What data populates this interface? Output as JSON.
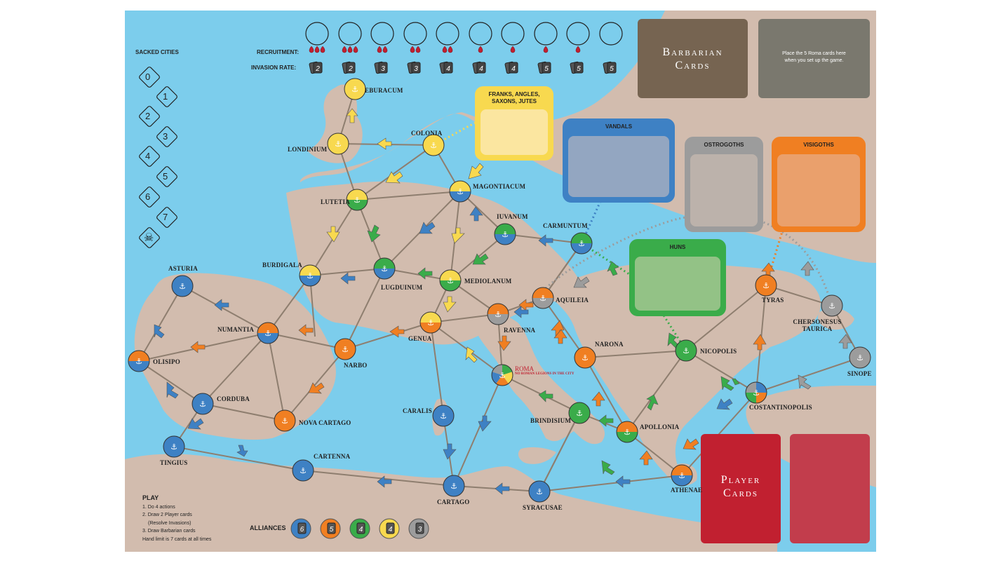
{
  "track": {
    "recruitment_label": "RECRUITMENT:",
    "invasion_label": "INVASION RATE:",
    "invasion_rates": [
      "2",
      "2",
      "3",
      "3",
      "4",
      "4",
      "4",
      "5",
      "5",
      "5"
    ],
    "recruitment_counts": [
      3,
      3,
      2,
      2,
      2,
      1,
      1,
      1,
      1
    ]
  },
  "sacked": {
    "title": "SACKED CITIES",
    "values": [
      "0",
      "1",
      "2",
      "3",
      "4",
      "5",
      "6",
      "7"
    ],
    "skull_icon": "skull-icon"
  },
  "decks": {
    "barbarian_title": "Barbarian Cards",
    "roma_slot_text": "Place the 5 Roma cards here when you set up the game.",
    "player_title": "Player Cards"
  },
  "tribes": {
    "franks": "FRANKS, ANGLES, SAXONS, JUTES",
    "vandals": "VANDALS",
    "ostrogoths": "OSTROGOTHS",
    "visigoths": "VISIGOTHS",
    "huns": "HUNS"
  },
  "colors": {
    "sea": "#7ccdec",
    "land": "#d2bcae",
    "blue": "#3e81c4",
    "orange": "#f07f22",
    "green": "#3aac4a",
    "yellow": "#f8d94f",
    "gray": "#9c9c9c",
    "barbarian_card": "#766451",
    "roma_slot": "#7a786e",
    "player_card": "#c12030",
    "player_slot": "#c23d4c"
  },
  "cities": [
    {
      "name": "EBURACUM",
      "colors": [
        "yellow"
      ]
    },
    {
      "name": "LONDINIUM",
      "colors": [
        "yellow"
      ]
    },
    {
      "name": "COLONIA",
      "colors": [
        "yellow"
      ]
    },
    {
      "name": "LUTETIA",
      "colors": [
        "yellow",
        "green"
      ]
    },
    {
      "name": "MAGONTIACUM",
      "colors": [
        "yellow",
        "blue"
      ]
    },
    {
      "name": "IUVANUM",
      "colors": [
        "green",
        "blue"
      ]
    },
    {
      "name": "CARMUNTUM",
      "colors": [
        "green",
        "blue"
      ]
    },
    {
      "name": "BURDIGALA",
      "colors": [
        "yellow",
        "blue"
      ]
    },
    {
      "name": "LUGDUINUM",
      "colors": [
        "green",
        "blue"
      ]
    },
    {
      "name": "MEDIOLANUM",
      "colors": [
        "yellow",
        "green"
      ]
    },
    {
      "name": "ASTURIA",
      "colors": [
        "blue"
      ]
    },
    {
      "name": "NUMANTIA",
      "colors": [
        "orange",
        "blue"
      ]
    },
    {
      "name": "NARBO",
      "colors": [
        "orange"
      ]
    },
    {
      "name": "GENUA",
      "colors": [
        "yellow",
        "orange"
      ]
    },
    {
      "name": "RAVENNA",
      "colors": [
        "orange",
        "gray"
      ]
    },
    {
      "name": "AQUILEIA",
      "colors": [
        "orange",
        "gray"
      ]
    },
    {
      "name": "OLISIPO",
      "colors": [
        "orange",
        "blue"
      ]
    },
    {
      "name": "CORDUBA",
      "colors": [
        "blue"
      ]
    },
    {
      "name": "NOVA CARTAGO",
      "colors": [
        "orange"
      ]
    },
    {
      "name": "ROMA",
      "colors": [
        "green",
        "yellow",
        "orange",
        "blue",
        "gray"
      ]
    },
    {
      "name": "NARONA",
      "colors": [
        "orange"
      ]
    },
    {
      "name": "NICOPOLIS",
      "colors": [
        "green"
      ]
    },
    {
      "name": "TYRAS",
      "colors": [
        "orange"
      ]
    },
    {
      "name": "CHERSONESUS TAURICA",
      "colors": [
        "gray"
      ]
    },
    {
      "name": "SINOPE",
      "colors": [
        "gray"
      ]
    },
    {
      "name": "COSTANTINOPOLIS",
      "colors": [
        "blue",
        "orange",
        "green",
        "gray"
      ]
    },
    {
      "name": "CARALIS",
      "colors": [
        "blue"
      ]
    },
    {
      "name": "BRINDISIUM",
      "colors": [
        "green"
      ]
    },
    {
      "name": "APOLLONIA",
      "colors": [
        "orange",
        "green"
      ]
    },
    {
      "name": "TINGIUS",
      "colors": [
        "blue"
      ]
    },
    {
      "name": "CARTENNA",
      "colors": [
        "blue"
      ]
    },
    {
      "name": "CARTAGO",
      "colors": [
        "blue"
      ]
    },
    {
      "name": "SYRACUSAE",
      "colors": [
        "blue"
      ]
    },
    {
      "name": "ATHENAE",
      "colors": [
        "orange",
        "blue"
      ]
    }
  ],
  "roma_note": "NO ROMAN LEGIONS IN THE CITY",
  "play": {
    "title": "PLAY",
    "lines": [
      "1. Do 4 actions",
      "2. Draw 2 Player cards",
      "(Resolve Invasions)",
      "3. Draw Barbarian cards",
      "Hand limit is 7 cards at all times"
    ]
  },
  "alliances": {
    "label": "ALLIANCES",
    "items": [
      {
        "color": "blue",
        "value": "6"
      },
      {
        "color": "orange",
        "value": "5"
      },
      {
        "color": "green",
        "value": "4"
      },
      {
        "color": "yellow",
        "value": "4"
      },
      {
        "color": "gray",
        "value": "3"
      }
    ]
  }
}
